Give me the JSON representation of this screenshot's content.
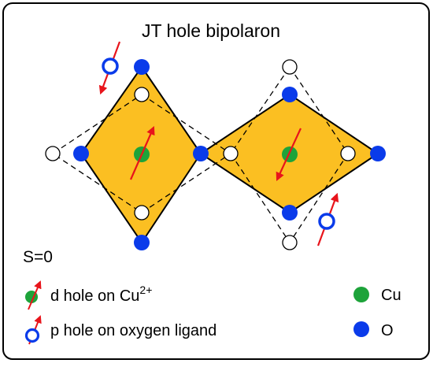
{
  "title": "JT hole bipolaron",
  "spin_label": "S=0",
  "legend": {
    "d_hole": "d hole on Cu",
    "d_hole_sup": "2+",
    "p_hole": "p hole on oxygen ligand",
    "cu": "Cu",
    "o": "O"
  },
  "colors": {
    "octahedron_fill": "#FBBF22",
    "cu": "#1DA33A",
    "o": "#0A3BEA",
    "arrow": "#E8141B",
    "frame": "#000000"
  }
}
